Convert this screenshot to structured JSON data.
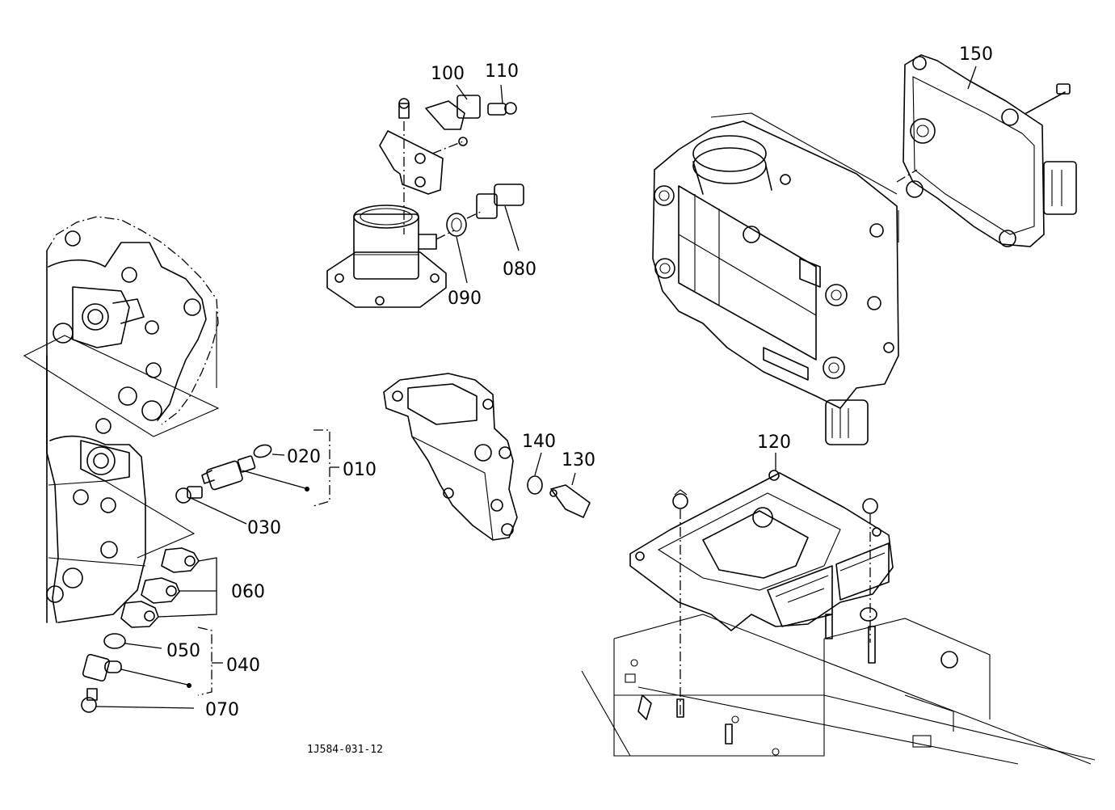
{
  "figure_id": "1J584-031-12",
  "callouts": {
    "c010": "010",
    "c020": "020",
    "c030": "030",
    "c040": "040",
    "c050": "050",
    "c060": "060",
    "c070": "070",
    "c080": "080",
    "c090": "090",
    "c100": "100",
    "c110": "110",
    "c120": "120",
    "c130": "130",
    "c140": "140",
    "c150": "150"
  }
}
